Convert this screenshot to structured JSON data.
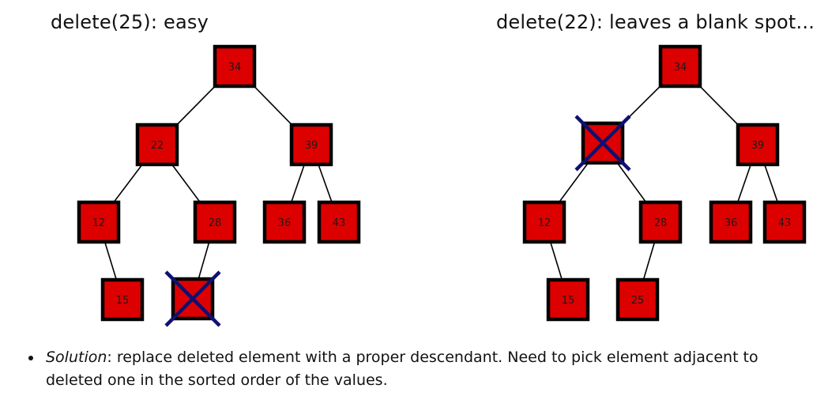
{
  "panels": [
    {
      "title": "delete(25): easy",
      "nodes": [
        {
          "id": "n34",
          "label": "34"
        },
        {
          "id": "n22",
          "label": "22"
        },
        {
          "id": "n39",
          "label": "39"
        },
        {
          "id": "n12",
          "label": "12"
        },
        {
          "id": "n28",
          "label": "28"
        },
        {
          "id": "n36",
          "label": "36"
        },
        {
          "id": "n43",
          "label": "43"
        },
        {
          "id": "n15",
          "label": "15"
        },
        {
          "id": "n25",
          "label": "",
          "crossed": true
        }
      ],
      "edges": [
        [
          "n34",
          "n22"
        ],
        [
          "n34",
          "n39"
        ],
        [
          "n22",
          "n12"
        ],
        [
          "n22",
          "n28"
        ],
        [
          "n39",
          "n36"
        ],
        [
          "n39",
          "n43"
        ],
        [
          "n12",
          "n15"
        ],
        [
          "n28",
          "n25"
        ]
      ]
    },
    {
      "title": "delete(22): leaves a blank spot...",
      "nodes": [
        {
          "id": "n34",
          "label": "34"
        },
        {
          "id": "n22",
          "label": "",
          "crossed": true
        },
        {
          "id": "n39",
          "label": "39"
        },
        {
          "id": "n12",
          "label": "12"
        },
        {
          "id": "n28",
          "label": "28"
        },
        {
          "id": "n36",
          "label": "36"
        },
        {
          "id": "n43",
          "label": "43"
        },
        {
          "id": "n15",
          "label": "15"
        },
        {
          "id": "n25",
          "label": "25"
        }
      ],
      "edges": [
        [
          "n34",
          "n22"
        ],
        [
          "n34",
          "n39"
        ],
        [
          "n22",
          "n12"
        ],
        [
          "n22",
          "n28"
        ],
        [
          "n39",
          "n36"
        ],
        [
          "n39",
          "n43"
        ],
        [
          "n12",
          "n15"
        ],
        [
          "n28",
          "n25"
        ]
      ]
    }
  ],
  "bullet": {
    "lead": "Solution",
    "text": ": replace deleted element with a proper descendant. Need to pick element adjacent to deleted one in the sorted order of the values."
  },
  "colors": {
    "node_fill": "#dd0000",
    "node_border": "#000000",
    "cross": "#101070",
    "edge": "#000000"
  }
}
